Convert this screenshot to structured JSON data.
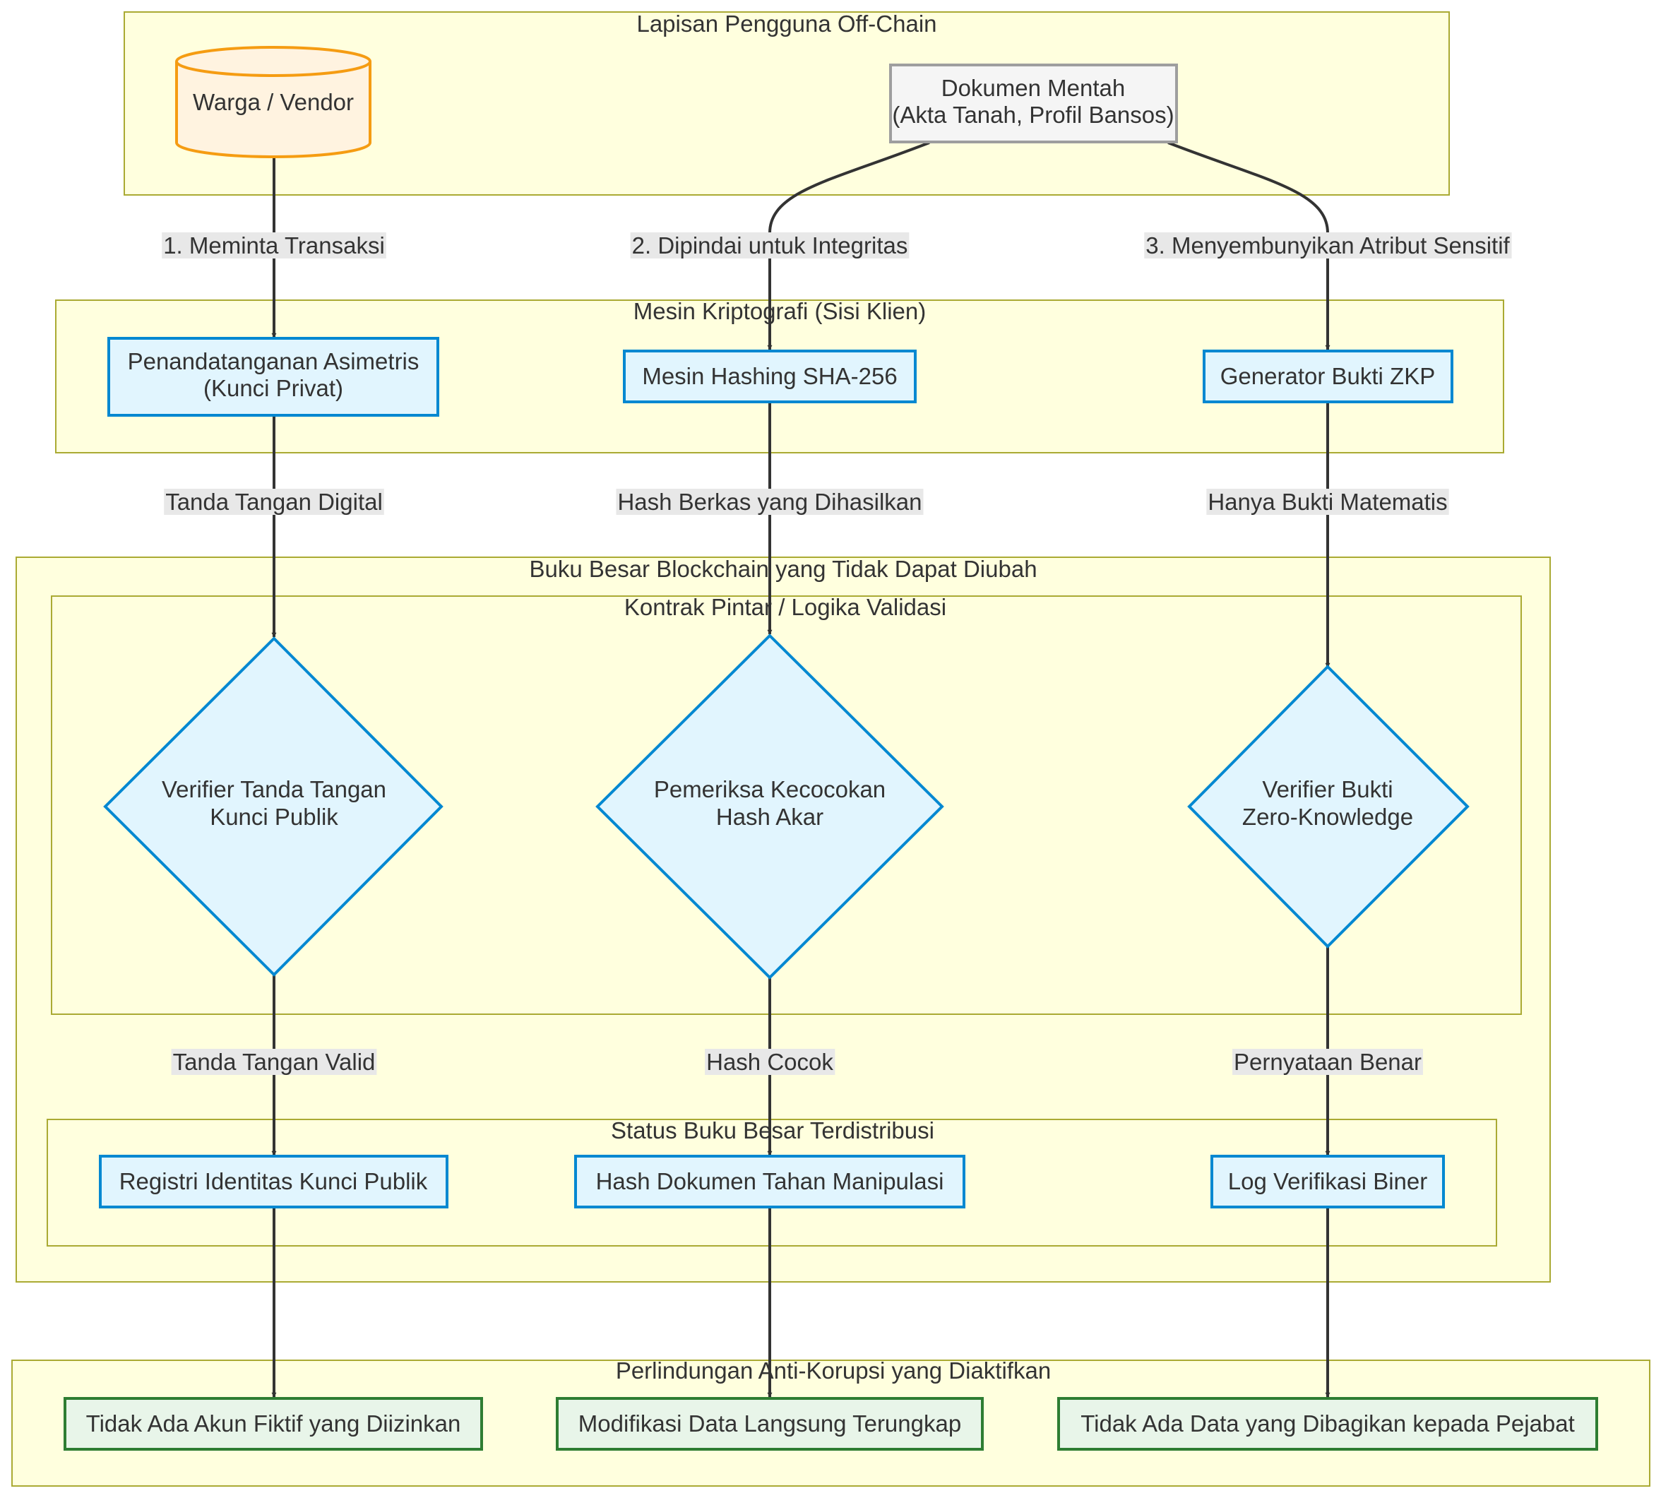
{
  "clusters": {
    "offchain": "Lapisan Pengguna Off-Chain",
    "crypto": "Mesin Kriptografi (Sisi Klien)",
    "ledger": "Buku Besar Blockchain yang Tidak Dapat Diubah",
    "contract": "Kontrak Pintar / Logika Validasi",
    "state": "Status Buku Besar Terdistribusi",
    "protection": "Perlindungan Anti-Korupsi yang Diaktifkan"
  },
  "nodes": {
    "citizen": "Warga / Vendor",
    "raw_doc_l1": "Dokumen Mentah",
    "raw_doc_l2": "(Akta Tanah, Profil Bansos)",
    "signing_l1": "Penandatanganan Asimetris",
    "signing_l2": "(Kunci Privat)",
    "hashing": "Mesin Hashing SHA-256",
    "zkp_gen": "Generator Bukti ZKP",
    "sig_verifier_l1": "Verifier Tanda Tangan",
    "sig_verifier_l2": "Kunci Publik",
    "hash_checker_l1": "Pemeriksa Kecocokan",
    "hash_checker_l2": "Hash Akar",
    "zk_verifier_l1": "Verifier Bukti",
    "zk_verifier_l2": "Zero-Knowledge",
    "key_registry": "Registri Identitas Kunci Publik",
    "doc_hash": "Hash Dokumen Tahan Manipulasi",
    "binary_log": "Log Verifikasi Biner",
    "no_fake": "Tidak Ada Akun Fiktif yang Diizinkan",
    "data_mod": "Modifikasi Data Langsung Terungkap",
    "no_share": "Tidak Ada Data yang Dibagikan kepada Pejabat"
  },
  "edges": {
    "e1": "1. Meminta Transaksi",
    "e2": "2. Dipindai untuk Integritas",
    "e3": "3. Menyembunyikan Atribut Sensitif",
    "e4": "Tanda Tangan Digital",
    "e5": "Hash Berkas yang Dihasilkan",
    "e6": "Hanya Bukti Matematis",
    "e7": "Tanda Tangan Valid",
    "e8": "Hash Cocok",
    "e9": "Pernyataan Benar"
  }
}
